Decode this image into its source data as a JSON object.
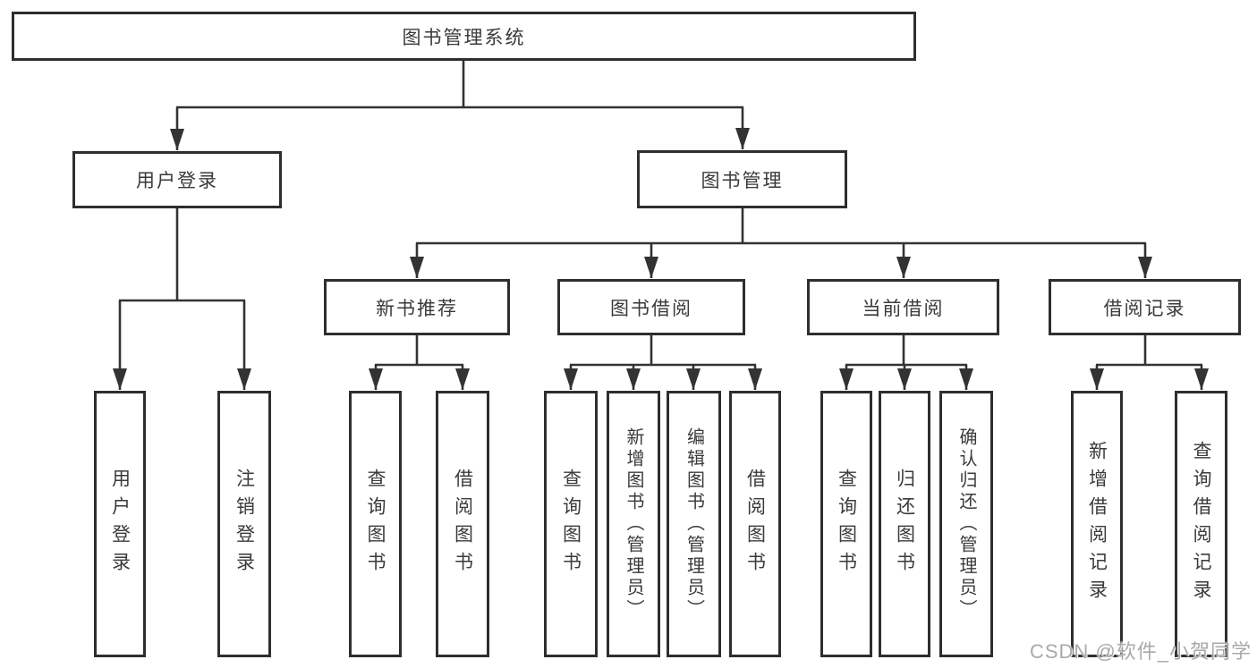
{
  "diagram": {
    "nodes": {
      "root": "图书管理系统",
      "user_login": "用户登录",
      "book_management": "图书管理",
      "new_book_recommend": "新书推荐",
      "book_borrow": "图书借阅",
      "current_borrow": "当前借阅",
      "borrow_record": "借阅记录",
      "leaf_user_login": "用户登录",
      "leaf_logout_login": "注销登录",
      "leaf_nbr_query_book": "查询图书",
      "leaf_nbr_borrow_book": "借阅图书",
      "leaf_bb_query_book": "查询图书",
      "leaf_bb_add_book": "新增图书（管理员）",
      "leaf_bb_edit_book": "编辑图书（管理员）",
      "leaf_bb_borrow_book": "借阅图书",
      "leaf_cb_query_book": "查询图书",
      "leaf_cb_return_book": "归还图书",
      "leaf_cb_confirm_return": "确认归还（管理员）",
      "leaf_br_add_record": "新增借阅记录",
      "leaf_br_query_record": "查询借阅记录"
    },
    "edges": [
      {
        "from": "图书管理系统",
        "to": "用户登录"
      },
      {
        "from": "图书管理系统",
        "to": "图书管理"
      },
      {
        "from": "用户登录",
        "to": "用户登录"
      },
      {
        "from": "用户登录",
        "to": "注销登录"
      },
      {
        "from": "图书管理",
        "to": "新书推荐"
      },
      {
        "from": "图书管理",
        "to": "图书借阅"
      },
      {
        "from": "图书管理",
        "to": "当前借阅"
      },
      {
        "from": "图书管理",
        "to": "借阅记录"
      },
      {
        "from": "新书推荐",
        "to": "查询图书"
      },
      {
        "from": "新书推荐",
        "to": "借阅图书"
      },
      {
        "from": "图书借阅",
        "to": "查询图书"
      },
      {
        "from": "图书借阅",
        "to": "新增图书（管理员）"
      },
      {
        "from": "图书借阅",
        "to": "编辑图书（管理员）"
      },
      {
        "from": "图书借阅",
        "to": "借阅图书"
      },
      {
        "from": "当前借阅",
        "to": "查询图书"
      },
      {
        "from": "当前借阅",
        "to": "归还图书"
      },
      {
        "from": "当前借阅",
        "to": "确认归还（管理员）"
      },
      {
        "from": "借阅记录",
        "to": "新增借阅记录"
      },
      {
        "from": "借阅记录",
        "to": "查询借阅记录"
      }
    ],
    "colors": {
      "line": "#333333",
      "box_border": "#2e2e2e",
      "text": "#3a3a3a",
      "watermark": "#a9a9a9",
      "background": "#ffffff"
    }
  },
  "watermark": "CSDN @软件_小贺同学"
}
